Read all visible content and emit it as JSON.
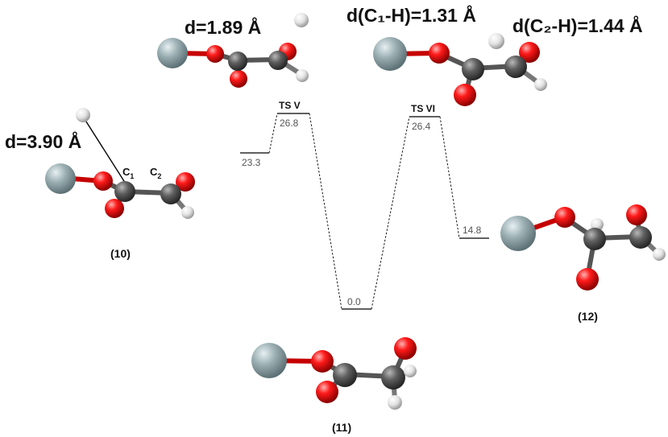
{
  "distance_labels": {
    "d10": "d=3.90 Å",
    "tsv": "d=1.89 Å",
    "tsvi_c1h": "d(C₁-H)=1.31 Å",
    "tsvi_c2h": "d(C₂-H)=1.44 Å"
  },
  "atom_labels": {
    "c1": "C",
    "c1_sub": "1",
    "c2": "C",
    "c2_sub": "2"
  },
  "energy_levels": [
    {
      "id": "10",
      "value": "23.3"
    },
    {
      "id": "TS V",
      "value": "26.8"
    },
    {
      "id": "11",
      "value": "0.0"
    },
    {
      "id": "TS VI",
      "value": "26.4"
    },
    {
      "id": "12",
      "value": "14.8"
    }
  ],
  "ts_labels": {
    "tsv": "TS V",
    "tsvi": "TS VI"
  },
  "captions": {
    "s10": "(10)",
    "s11": "(11)",
    "s12": "(12)"
  },
  "colors": {
    "metal": "#8fa3a8",
    "oxygen": "#e00000",
    "carbon": "#555555",
    "hydrogen": "#e6e6e6",
    "line": "#000000",
    "value_text": "#555555"
  },
  "icons": [
    "metal-atom",
    "oxygen-atom",
    "carbon-atom",
    "hydrogen-atom"
  ]
}
